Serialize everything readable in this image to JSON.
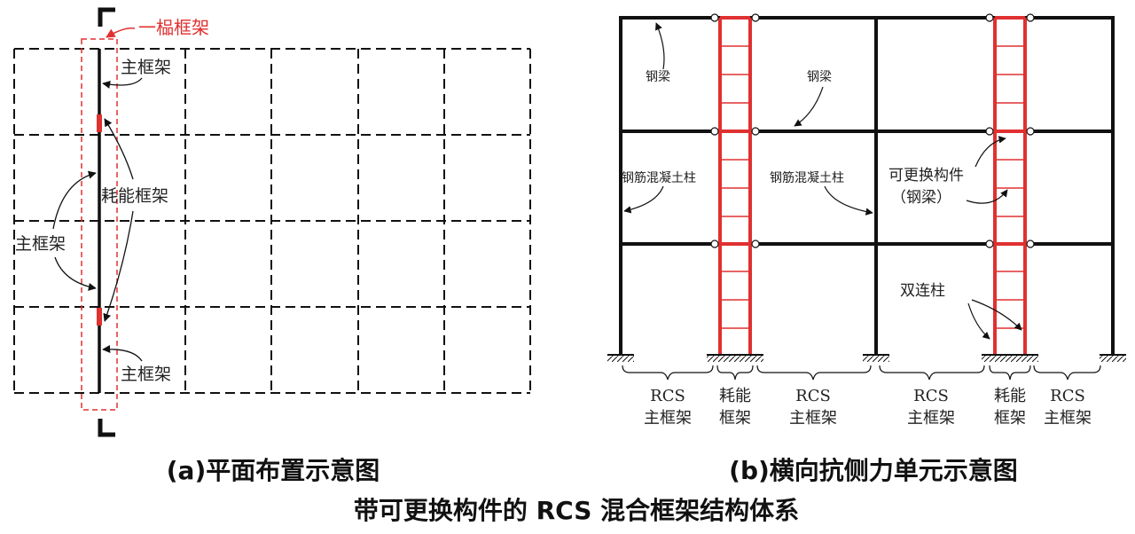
{
  "left_panel": {
    "caption": "(a)平面布置示意图",
    "label_one_frame": "一榀框架",
    "label_main_frame_top": "主框架",
    "label_energy_frame": "耗能框架",
    "label_main_frame_left": "主框架",
    "label_main_frame_bottom": "主框架"
  },
  "right_panel": {
    "caption": "(b)横向抗侧力单元示意图",
    "label_steel_beam_1": "钢梁",
    "label_steel_beam_2": "钢梁",
    "label_rc_column_1": "钢筋混凝土柱",
    "label_rc_column_2": "钢筋混凝土柱",
    "label_replaceable_1": "可更换构件",
    "label_replaceable_2": "（钢梁）",
    "label_double_column": "双连柱",
    "bottom_labels": [
      {
        "line1": "RCS",
        "line2": "主框架"
      },
      {
        "line1": "耗能",
        "line2": "框架"
      },
      {
        "line1": "RCS",
        "line2": "主框架"
      },
      {
        "line1": "RCS",
        "line2": "主框架"
      },
      {
        "line1": "耗能",
        "line2": "框架"
      },
      {
        "line1": "RCS",
        "line2": "主框架"
      }
    ]
  },
  "title": "带可更换构件的 RCS 混合框架结构体系",
  "colors": {
    "accent_red": "#e03030",
    "line_black": "#111111"
  }
}
